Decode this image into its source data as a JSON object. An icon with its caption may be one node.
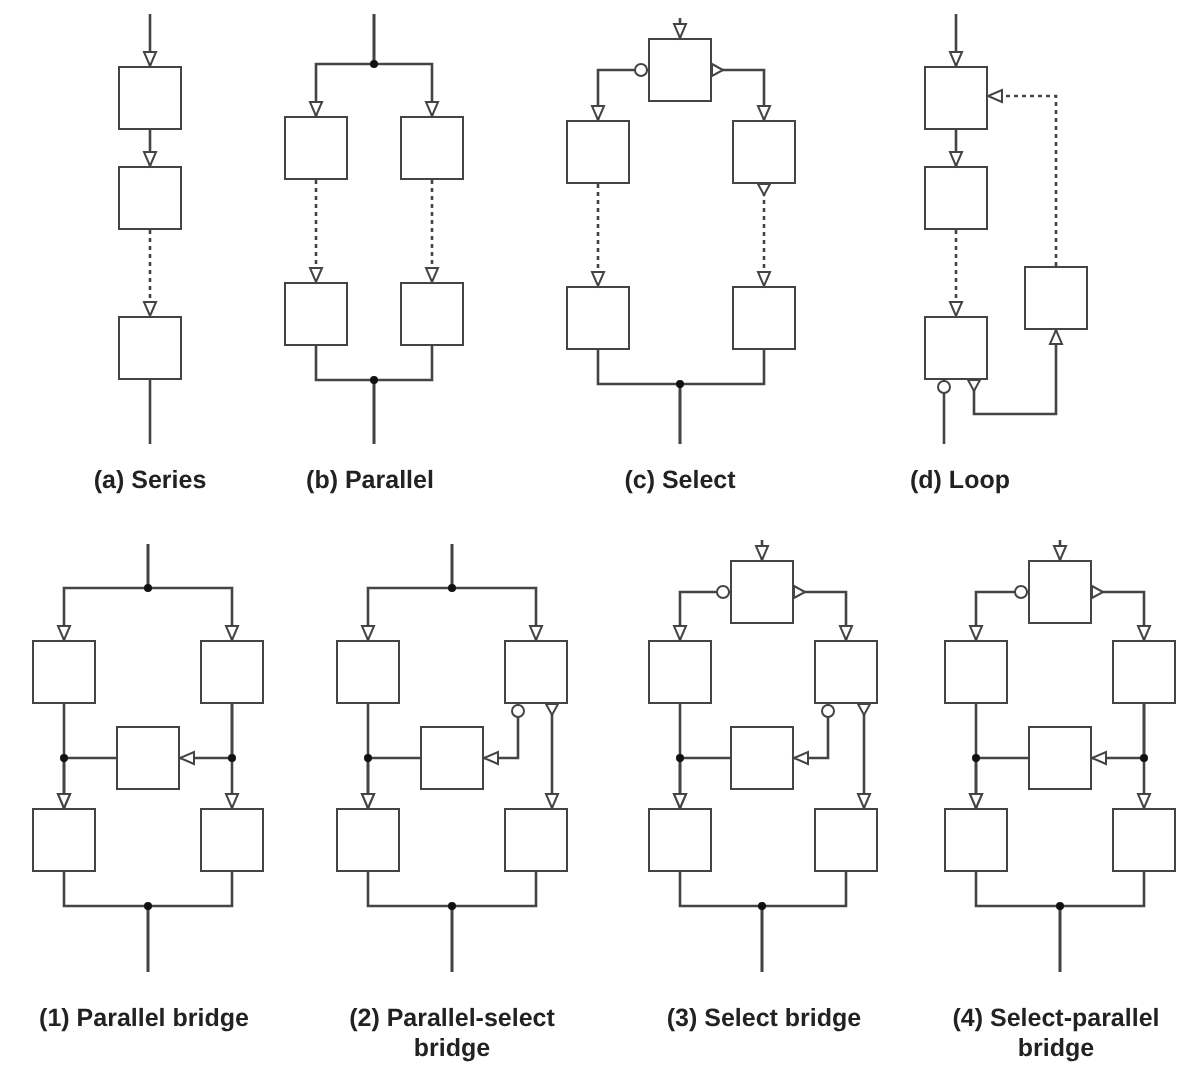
{
  "diagram": {
    "nodes": [
      {
        "text": [],
        "shape": "box"
      },
      {
        "text": [],
        "shape": "box"
      },
      {
        "text": [],
        "shape": "box"
      },
      {
        "text": [],
        "shape": "box"
      },
      {
        "text": [],
        "shape": "box"
      },
      {
        "text": [],
        "shape": "box"
      },
      {
        "text": [],
        "shape": "box"
      },
      {
        "text": [],
        "shape": "box"
      },
      {
        "text": [],
        "shape": "box"
      },
      {
        "text": [],
        "shape": "box"
      },
      {
        "text": [],
        "shape": "box"
      },
      {
        "text": [],
        "shape": "box"
      },
      {
        "text": [],
        "shape": "box"
      },
      {
        "text": [],
        "shape": "box"
      },
      {
        "text": [],
        "shape": "box"
      },
      {
        "text": [],
        "shape": "box"
      },
      {
        "text": [],
        "shape": "box"
      },
      {
        "text": [],
        "shape": "box"
      },
      {
        "text": [],
        "shape": "box"
      },
      {
        "text": [],
        "shape": "box"
      },
      {
        "text": [],
        "shape": "box"
      },
      {
        "text": [],
        "shape": "box"
      },
      {
        "text": [],
        "shape": "box"
      },
      {
        "text": [],
        "shape": "box"
      },
      {
        "text": [],
        "shape": "box"
      },
      {
        "text": [],
        "shape": "box"
      },
      {
        "text": [],
        "shape": "box"
      },
      {
        "text": [],
        "shape": "box"
      },
      {
        "text": [],
        "shape": "box"
      },
      {
        "text": [],
        "shape": "box"
      },
      {
        "text": [],
        "shape": "box"
      },
      {
        "text": [],
        "shape": "box"
      },
      {
        "text": [],
        "shape": "box"
      },
      {
        "text": [],
        "shape": "box"
      },
      {
        "text": [],
        "shape": "box"
      },
      {
        "text": [],
        "shape": "box"
      },
      {
        "text": [],
        "shape": "box"
      },
      {
        "text": [],
        "shape": "box"
      }
    ],
    "edges": [
      {
        "from": null,
        "to": 0,
        "arrow": "to"
      },
      {
        "from": 0,
        "to": 1,
        "arrow": "to"
      },
      {
        "from": 1,
        "to": 2,
        "arrow": "to",
        "style": "dashed"
      },
      {
        "from": 2,
        "to": null,
        "arrow": "none"
      },
      {
        "from": null,
        "to": 3,
        "arrow": "to"
      },
      {
        "from": null,
        "to": 4,
        "arrow": "to"
      },
      {
        "from": 3,
        "to": 5,
        "arrow": "to",
        "style": "dashed"
      },
      {
        "from": 4,
        "to": 6,
        "arrow": "to",
        "style": "dashed"
      },
      {
        "from": 5,
        "to": null,
        "arrow": "none"
      },
      {
        "from": 6,
        "to": null,
        "arrow": "none"
      },
      {
        "from": null,
        "to": 7,
        "arrow": "to"
      },
      {
        "from": 7,
        "to": 8,
        "arrow": "to"
      },
      {
        "from": 7,
        "to": 9,
        "arrow": "to"
      },
      {
        "from": 8,
        "to": 10,
        "arrow": "to",
        "style": "dashed"
      },
      {
        "from": 9,
        "to": 11,
        "arrow": "to",
        "style": "dashed"
      },
      {
        "from": 10,
        "to": null,
        "arrow": "none"
      },
      {
        "from": 11,
        "to": null,
        "arrow": "none"
      },
      {
        "from": null,
        "to": 12,
        "arrow": "to"
      },
      {
        "from": 12,
        "to": 13,
        "arrow": "to"
      },
      {
        "from": 13,
        "to": 15,
        "arrow": "to",
        "style": "dashed"
      },
      {
        "from": 15,
        "to": null,
        "arrow": "other"
      },
      {
        "from": 15,
        "to": 14,
        "arrow": "to"
      },
      {
        "from": 14,
        "to": 12,
        "arrow": "to",
        "style": "dashed"
      },
      {
        "from": null,
        "to": 16,
        "arrow": "to"
      },
      {
        "from": null,
        "to": 17,
        "arrow": "to"
      },
      {
        "from": 16,
        "to": 19,
        "arrow": "to"
      },
      {
        "from": 18,
        "to": 19,
        "arrow": "to"
      },
      {
        "from": 17,
        "to": 18,
        "arrow": "to"
      },
      {
        "from": 17,
        "to": 20,
        "arrow": "to"
      },
      {
        "from": 19,
        "to": null,
        "arrow": "none"
      },
      {
        "from": 20,
        "to": null,
        "arrow": "none"
      },
      {
        "from": null,
        "to": 21,
        "arrow": "to"
      },
      {
        "from": null,
        "to": 22,
        "arrow": "to"
      },
      {
        "from": 21,
        "to": 24,
        "arrow": "to"
      },
      {
        "from": 23,
        "to": 24,
        "arrow": "to"
      },
      {
        "from": 22,
        "to": 23,
        "arrow": "to"
      },
      {
        "from": 22,
        "to": 25,
        "arrow": "to"
      },
      {
        "from": 24,
        "to": null,
        "arrow": "none"
      },
      {
        "from": 25,
        "to": null,
        "arrow": "none"
      },
      {
        "from": null,
        "to": 26,
        "arrow": "to"
      },
      {
        "from": 26,
        "to": 27,
        "arrow": "to"
      },
      {
        "from": 26,
        "to": 28,
        "arrow": "to"
      },
      {
        "from": 27,
        "to": 30,
        "arrow": "to"
      },
      {
        "from": 29,
        "to": 30,
        "arrow": "to"
      },
      {
        "from": 28,
        "to": 29,
        "arrow": "to"
      },
      {
        "from": 28,
        "to": 31,
        "arrow": "to"
      },
      {
        "from": 30,
        "to": null,
        "arrow": "none"
      },
      {
        "from": 31,
        "to": null,
        "arrow": "none"
      },
      {
        "from": null,
        "to": 32,
        "arrow": "to"
      },
      {
        "from": 32,
        "to": 33,
        "arrow": "to"
      },
      {
        "from": 32,
        "to": 34,
        "arrow": "to"
      },
      {
        "from": 33,
        "to": 36,
        "arrow": "to"
      },
      {
        "from": 35,
        "to": 36,
        "arrow": "to"
      },
      {
        "from": 34,
        "to": 35,
        "arrow": "to"
      },
      {
        "from": 34,
        "to": 37,
        "arrow": "to"
      },
      {
        "from": 36,
        "to": null,
        "arrow": "none"
      },
      {
        "from": 37,
        "to": null,
        "arrow": "none"
      }
    ],
    "labels": [
      "(a) Series",
      "(b) Parallel",
      "(c) Select",
      "(d) Loop",
      "(1) Parallel bridge",
      "(2) Parallel-select bridge",
      "(3) Select bridge",
      "(4) Select-parallel bridge"
    ]
  }
}
